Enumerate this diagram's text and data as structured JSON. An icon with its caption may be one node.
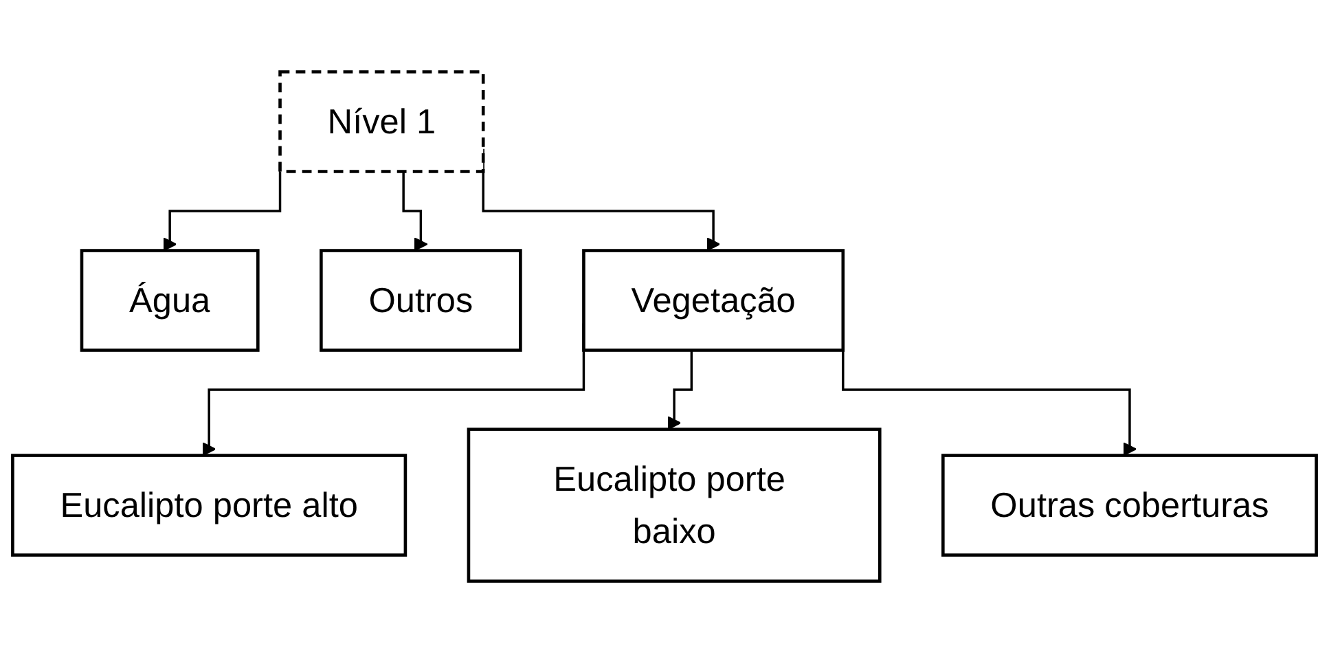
{
  "diagram": {
    "nodes": [
      {
        "text": [
          "Nível 1"
        ]
      },
      {
        "text": [
          "Água"
        ]
      },
      {
        "text": [
          "Outros"
        ]
      },
      {
        "text": [
          "Vegetação"
        ]
      },
      {
        "text": [
          "Eucalipto porte alto"
        ]
      },
      {
        "text": [
          "Eucalipto porte baixo"
        ]
      },
      {
        "text": [
          "Outras coberturas"
        ]
      }
    ],
    "edges": [
      {
        "from": 0,
        "to": 1,
        "arrow": "to"
      },
      {
        "from": 0,
        "to": 2,
        "arrow": "to"
      },
      {
        "from": 0,
        "to": 3,
        "arrow": "to"
      },
      {
        "from": 3,
        "to": 4,
        "arrow": "to"
      },
      {
        "from": 3,
        "to": 5,
        "arrow": "to"
      },
      {
        "from": 3,
        "to": 6,
        "arrow": "to"
      }
    ]
  }
}
